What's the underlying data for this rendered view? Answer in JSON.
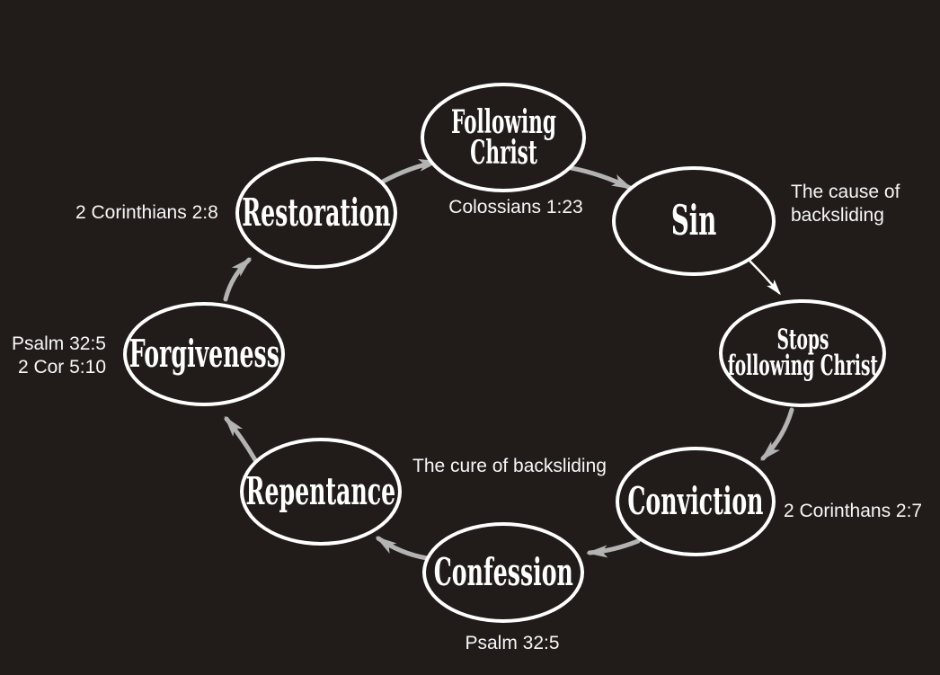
{
  "title": "Backsliding cycle diagram",
  "colors": {
    "background": "#211b1a",
    "ellipse_stroke": "#ffffff",
    "arrow_gray": "#b3b3b3",
    "arrow_white": "#ffffff",
    "text": "#ffffff"
  },
  "nodes": [
    {
      "id": "following-christ",
      "label": "Following\nChrist"
    },
    {
      "id": "sin",
      "label": "Sin"
    },
    {
      "id": "stops-following-christ",
      "label": "Stops\nfollowing Christ"
    },
    {
      "id": "conviction",
      "label": "Conviction"
    },
    {
      "id": "confession",
      "label": "Confession"
    },
    {
      "id": "repentance",
      "label": "Repentance"
    },
    {
      "id": "forgiveness",
      "label": "Forgiveness"
    },
    {
      "id": "restoration",
      "label": "Restoration"
    }
  ],
  "annotations": [
    {
      "id": "colossians-ref",
      "text": "Colossians 1:23"
    },
    {
      "id": "cause-note",
      "text": "The cause of\nbacksliding"
    },
    {
      "id": "corinthans-2-7-ref",
      "text": "2 Corinthans 2:7"
    },
    {
      "id": "psalm-confession-ref",
      "text": "Psalm 32:5"
    },
    {
      "id": "cure-note",
      "text": "The cure of backsliding"
    },
    {
      "id": "psalm-forgiveness-ref",
      "text": "Psalm 32:5\n2 Cor 5:10"
    },
    {
      "id": "corinthians-2-8-ref",
      "text": "2 Corinthians 2:8"
    }
  ],
  "flow": [
    "Following Christ -> Sin",
    "Sin -> Stops following Christ",
    "Stops following Christ -> Conviction",
    "Conviction -> Confession",
    "Confession -> Repentance",
    "Repentance -> Forgiveness",
    "Forgiveness -> Restoration",
    "Restoration -> Following Christ"
  ]
}
